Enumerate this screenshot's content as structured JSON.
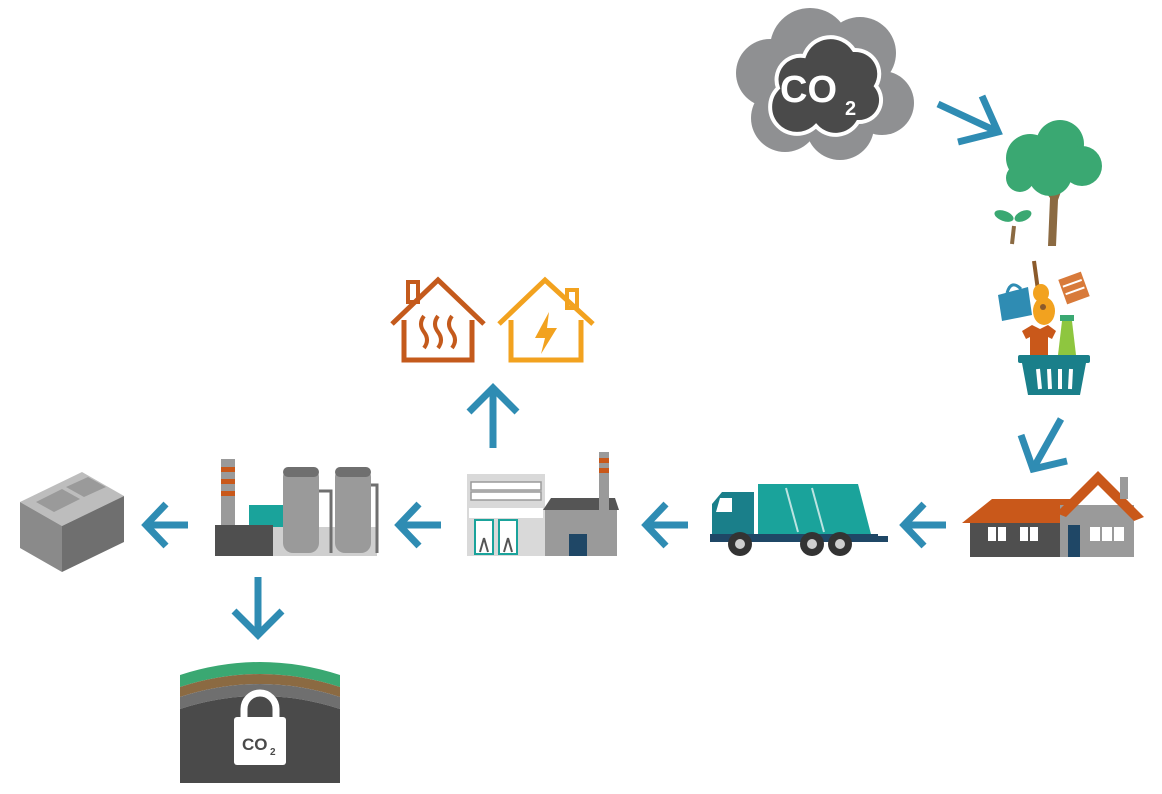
{
  "co2_cloud": {
    "main": "CO",
    "subscript": "2"
  },
  "storage": {
    "main": "CO",
    "subscript": "2"
  },
  "colors": {
    "arrow": "#2f8cb3",
    "cloud_outer": "#8f9092",
    "cloud_inner": "#4a4a4a",
    "tree_leaves": "#3aa872",
    "tree_trunk": "#8b6a42",
    "roof": "#c9581a",
    "teal": "#1aa39b",
    "heat": "#c45a1c",
    "power": "#f2a21f",
    "grey_dark": "#555555",
    "grey_mid": "#9a9a9a",
    "grey_light": "#cfcfcf"
  },
  "flow": [
    "co2-cloud",
    "tree",
    "consumer-goods",
    "house",
    "garbage-truck",
    "incineration-plant",
    "carbon-capture-plant",
    "concrete-block"
  ],
  "branches": [
    "district-heat-house",
    "electricity-house",
    "underground-storage"
  ]
}
